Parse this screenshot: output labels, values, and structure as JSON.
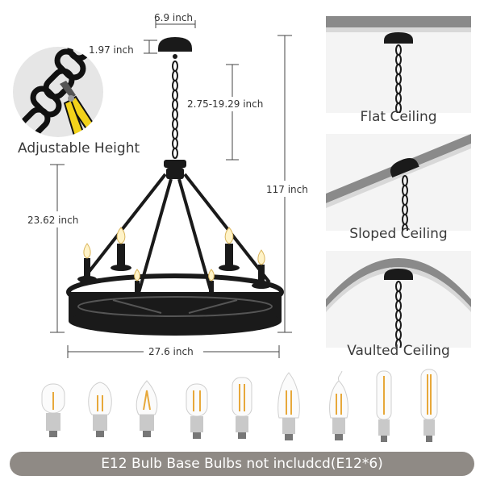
{
  "dimensions": {
    "canopy_width": "6.9 inch",
    "canopy_height": "1.97 inch",
    "chain_range": "2.75-19.29 inch",
    "overall_height": "117 inch",
    "body_height": "23.62 inch",
    "diameter": "27.6 inch"
  },
  "adjustable_label": "Adjustable Height",
  "ceilings": [
    {
      "label": "Flat Ceiling"
    },
    {
      "label": "Sloped Ceiling"
    },
    {
      "label": "Vaulted Ceiling"
    }
  ],
  "bulbs": [
    {
      "icon": "t-bulb-icon"
    },
    {
      "icon": "s-bulb-icon"
    },
    {
      "icon": "c7-bulb-icon"
    },
    {
      "icon": "t-bulb-icon"
    },
    {
      "icon": "t-bulb-icon"
    },
    {
      "icon": "candle-bulb-icon"
    },
    {
      "icon": "flame-tip-bulb-icon"
    },
    {
      "icon": "tube-bulb-icon"
    },
    {
      "icon": "tube-bulb-icon"
    }
  ],
  "footer_note": "E12 Bulb Base Bulbs not includcd(E12*6)",
  "colors": {
    "fixture": "#1a1a1a",
    "footer_bg": "#8f8a85",
    "panel_bg": "#f4f4f4",
    "pliers_yellow": "#f2d21b"
  }
}
